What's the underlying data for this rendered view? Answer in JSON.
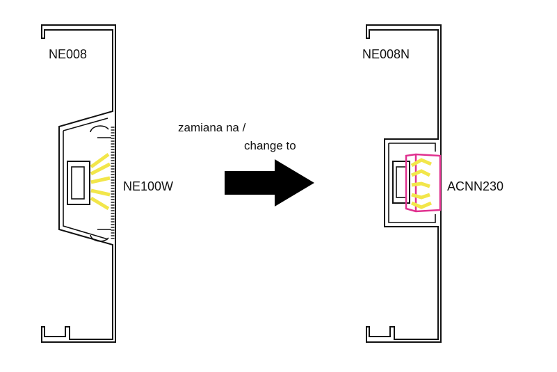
{
  "left_profile": {
    "code": "NE008",
    "part": "NE100W"
  },
  "right_profile": {
    "code": "NE008N",
    "part": "ACNN230"
  },
  "arrow_text": {
    "line1": "zamiana na /",
    "line2": "change to"
  },
  "colors": {
    "light_rays": "#f2e64a",
    "highlight": "#e0318f",
    "arrow": "#000000"
  }
}
